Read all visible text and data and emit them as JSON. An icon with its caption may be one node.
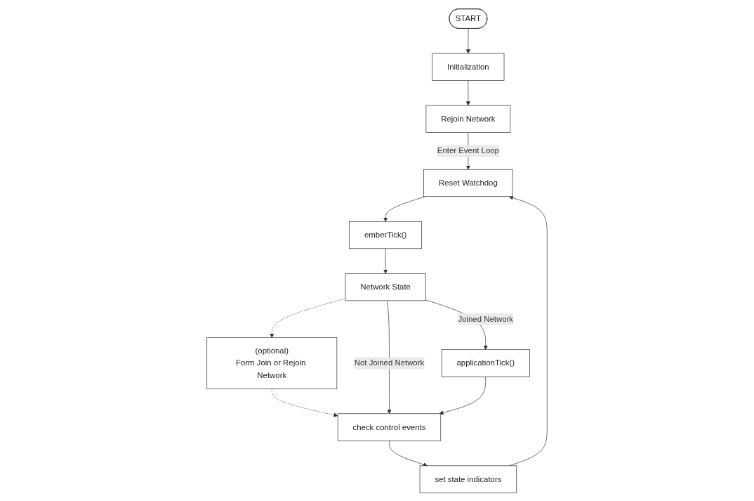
{
  "diagram": {
    "nodes": [
      {
        "text": [
          "START"
        ]
      },
      {
        "text": [
          "Initialization"
        ]
      },
      {
        "text": [
          "Rejoin Network"
        ]
      },
      {
        "text": [
          "Reset Watchdog"
        ]
      },
      {
        "text": [
          "emberTick()"
        ]
      },
      {
        "text": [
          "(optional)",
          "Form Join or Rejoin Network"
        ]
      },
      {
        "text": [
          "set state indicators"
        ]
      },
      {
        "text": [
          "Network State"
        ]
      },
      {
        "text": [
          "check control events"
        ]
      },
      {
        "text": [
          "applicationTick()"
        ]
      }
    ],
    "edges": [
      {
        "from": 0,
        "to": 1,
        "arrow": "to"
      },
      {
        "from": 1,
        "to": 2,
        "arrow": "to"
      },
      {
        "from": 2,
        "to": 3,
        "arrow": "to",
        "label": "Enter Event Loop"
      },
      {
        "from": 3,
        "to": 4,
        "arrow": "to"
      },
      {
        "from": 4,
        "to": 7,
        "arrow": "to"
      },
      {
        "from": 7,
        "to": 5,
        "arrow": "to",
        "style": "dashed"
      },
      {
        "from": 5,
        "to": 8,
        "arrow": "to",
        "style": "dashed"
      },
      {
        "from": 7,
        "to": 8,
        "arrow": "to",
        "label": "Not Joined Network"
      },
      {
        "from": 7,
        "to": 9,
        "arrow": "to",
        "label": "Joined Network"
      },
      {
        "from": 9,
        "to": 8,
        "arrow": "to"
      },
      {
        "from": 8,
        "to": 6,
        "arrow": "to"
      },
      {
        "from": 6,
        "to": 3,
        "arrow": "to"
      }
    ]
  }
}
